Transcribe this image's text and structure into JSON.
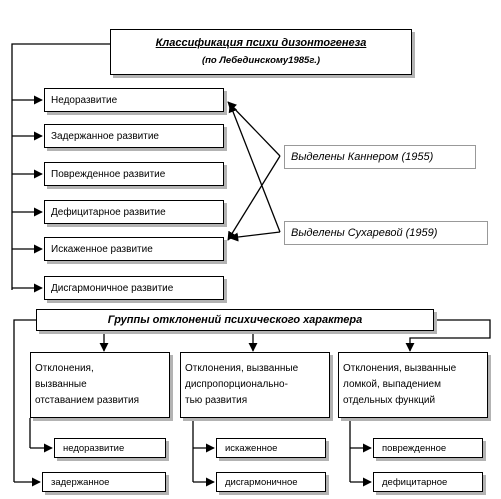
{
  "title": {
    "line1": "Классификация психи дизонтогенеза",
    "line2": "(по Лебединскому1985г.)"
  },
  "types": [
    "Недоразвитие",
    "Задержанное развитие",
    "Поврежденное развитие",
    "Дефицитарное развитие",
    "Искаженное развитие",
    "Дисгармоничное развитие"
  ],
  "authors": {
    "kanner": "Выделены Каннером (1955)",
    "sukhareva": "Выделены Сухаревой (1959)"
  },
  "groups_header": "Группы отклонений психического характера",
  "groups": [
    {
      "lines": [
        "Отклонения,",
        "вызванные",
        "отставанием развития"
      ],
      "items": [
        "недоразвитие",
        "задержанное"
      ]
    },
    {
      "lines": [
        "Отклонения, вызванные",
        "диспропорционально-",
        "тью развития"
      ],
      "items": [
        "искаженное",
        "дисгармоничное"
      ]
    },
    {
      "lines": [
        "Отклонения, вызванные",
        "ломкой, выпадением",
        "отдельных функций"
      ],
      "items": [
        "поврежденное",
        "дефицитарное"
      ]
    }
  ]
}
